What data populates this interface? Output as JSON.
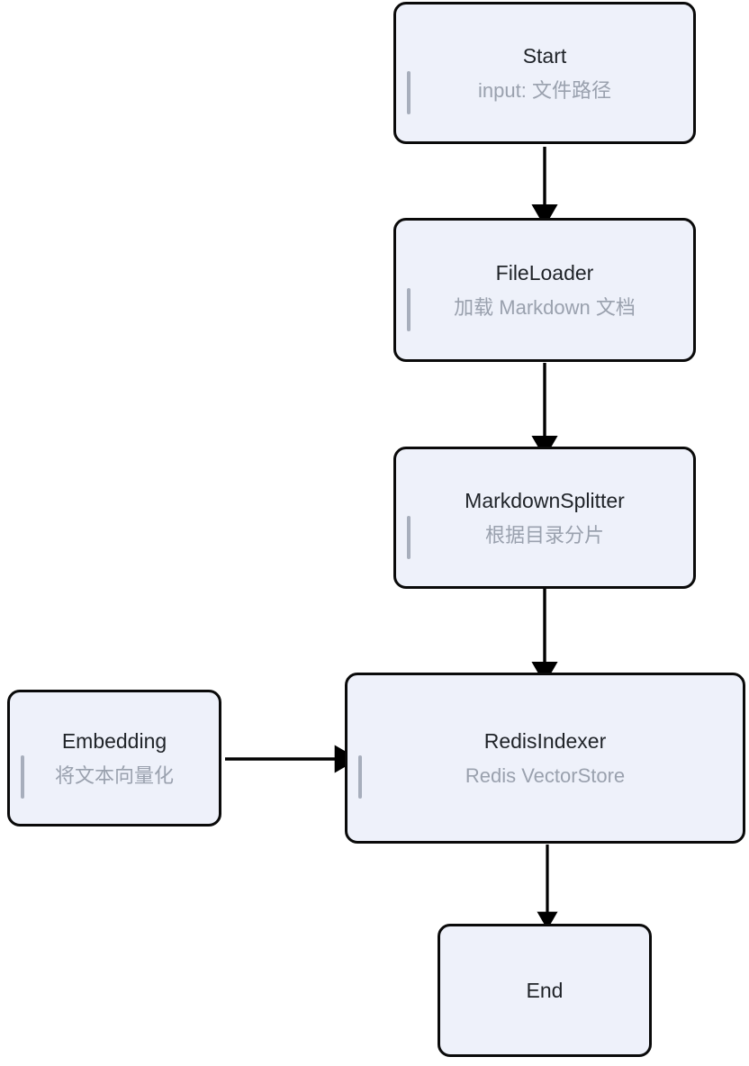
{
  "diagram": {
    "type": "flowchart",
    "direction": "top-to-bottom",
    "background_color": "#ffffff",
    "node_fill_color": "#eef1fa",
    "node_border_color": "#0a0a0a",
    "title_color": "#1f2328",
    "subtitle_color": "#9aa1ae",
    "accent_bar_color": "#a7aebc",
    "edge_color": "#000000",
    "nodes": [
      {
        "id": "start",
        "title": "Start",
        "subtitle": "input: 文件路径",
        "has_accent_bar": true
      },
      {
        "id": "file_loader",
        "title": "FileLoader",
        "subtitle": "加载 Markdown 文档",
        "has_accent_bar": true
      },
      {
        "id": "markdown_splitter",
        "title": "MarkdownSplitter",
        "subtitle": "根据目录分片",
        "has_accent_bar": true
      },
      {
        "id": "embedding",
        "title": "Embedding",
        "subtitle": "将文本向量化",
        "has_accent_bar": true
      },
      {
        "id": "redis_indexer",
        "title": "RedisIndexer",
        "subtitle": "Redis VectorStore",
        "has_accent_bar": true
      },
      {
        "id": "end",
        "title": "End",
        "subtitle": "",
        "has_accent_bar": false
      }
    ],
    "edges": [
      {
        "from": "start",
        "to": "file_loader",
        "label": "",
        "orientation": "vertical"
      },
      {
        "from": "file_loader",
        "to": "markdown_splitter",
        "label": "",
        "orientation": "vertical"
      },
      {
        "from": "markdown_splitter",
        "to": "redis_indexer",
        "label": "",
        "orientation": "vertical"
      },
      {
        "from": "embedding",
        "to": "redis_indexer",
        "label": "",
        "orientation": "horizontal"
      },
      {
        "from": "redis_indexer",
        "to": "end",
        "label": "",
        "orientation": "vertical"
      }
    ]
  }
}
